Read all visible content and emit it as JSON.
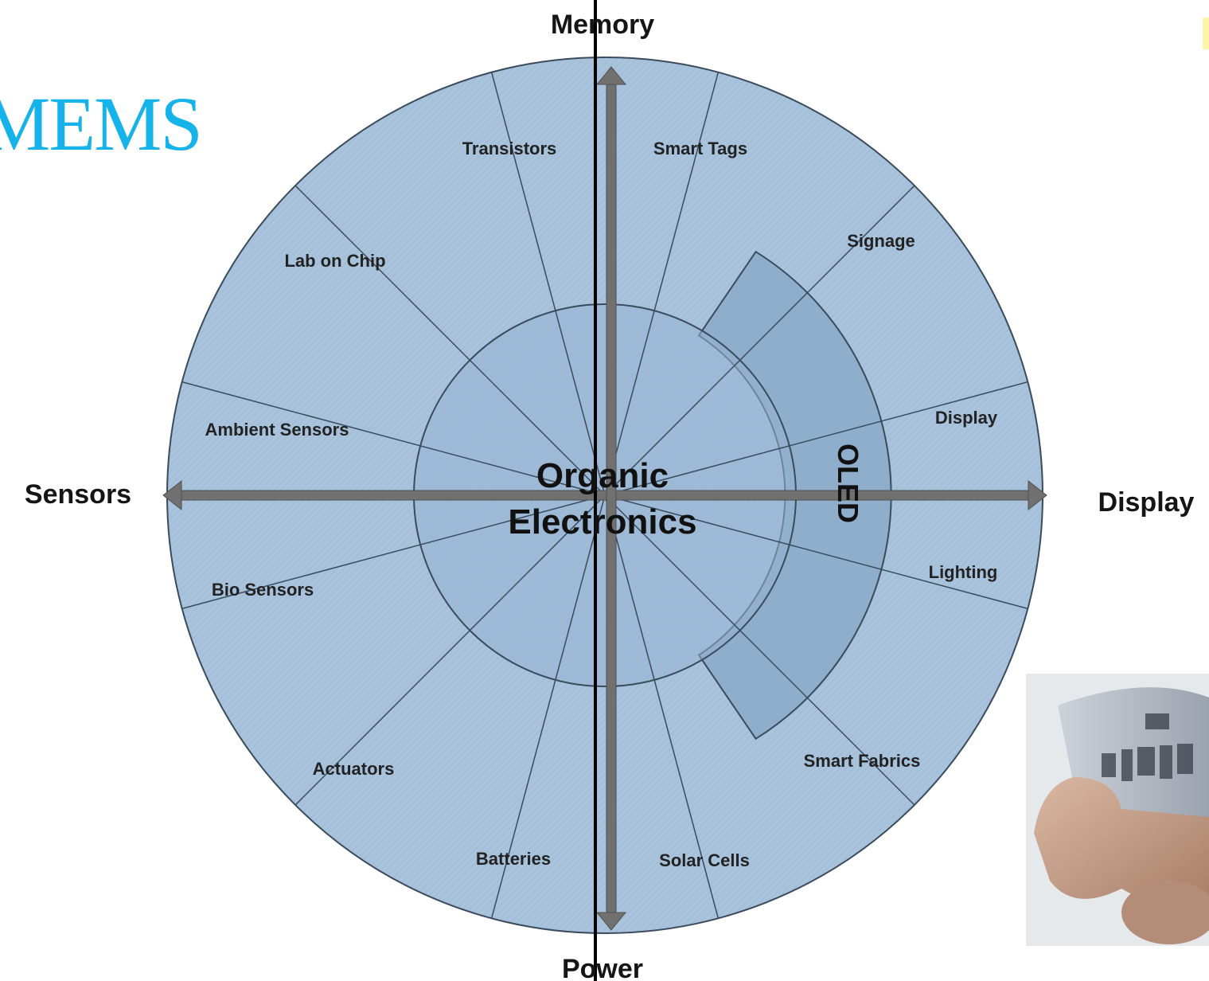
{
  "title": "MEMS",
  "axes": {
    "top": "Memory",
    "bottom": "Power",
    "left": "Sensors",
    "right": "Display"
  },
  "center": {
    "line1": "Organic",
    "line2": "Electronics"
  },
  "highlight": "OLED",
  "segments": [
    "Transistors",
    "Smart Tags",
    "Signage",
    "Display",
    "Lighting",
    "Smart Fabrics",
    "Solar Cells",
    "Batteries",
    "Actuators",
    "Bio Sensors",
    "Ambient Sensors",
    "Lab on Chip"
  ],
  "colors": {
    "title": "#16b2ea",
    "disc": "#a9c3dd",
    "inner": "#95b3d1",
    "oled_band": "#8aaac8",
    "line": "#3a4b5c",
    "arrow": "#6b6b6b"
  },
  "photo_icon": "flexible-circuit-photo"
}
